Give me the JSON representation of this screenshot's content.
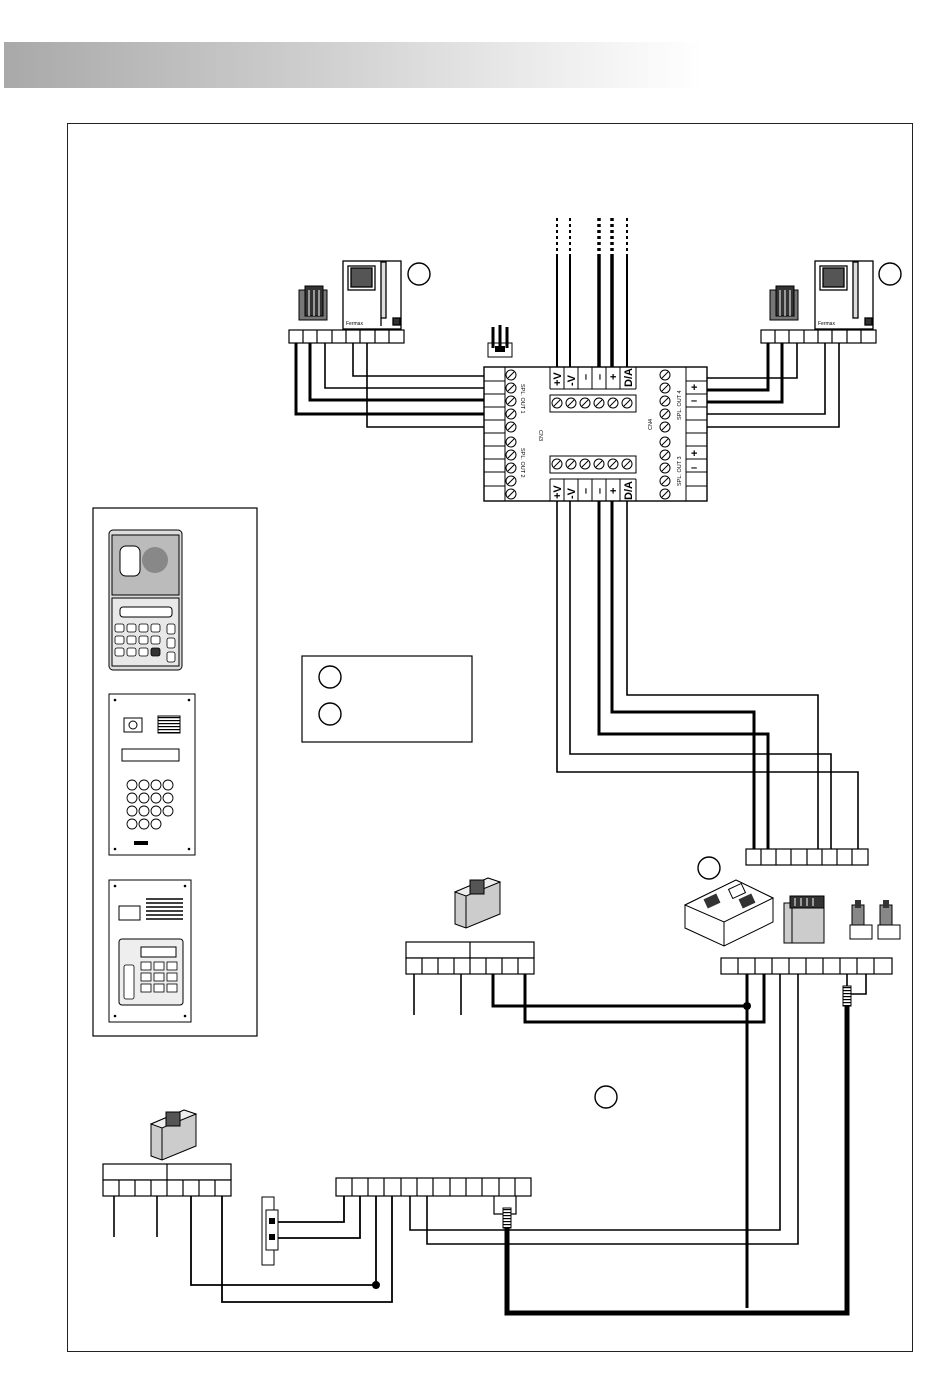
{
  "distributor": {
    "top_terminals": [
      "+V",
      "-V",
      "–",
      "–",
      "+",
      "D/A"
    ],
    "bottom_terminals": [
      "+V",
      "-V",
      "–",
      "–",
      "+",
      "D/A"
    ],
    "cn3_label": "CN3",
    "cn4_label": "CN4",
    "spl_out_1": "SPL. OUT 1",
    "spl_out_2": "SPL. OUT 2",
    "spl_out_3": "SPL. OUT 3",
    "spl_out_4": "SPL. OUT 4",
    "out4_plus": "+",
    "out4_minus": "–",
    "out3_plus": "+",
    "out3_minus": "–"
  },
  "monitor_brand": "Fermax"
}
